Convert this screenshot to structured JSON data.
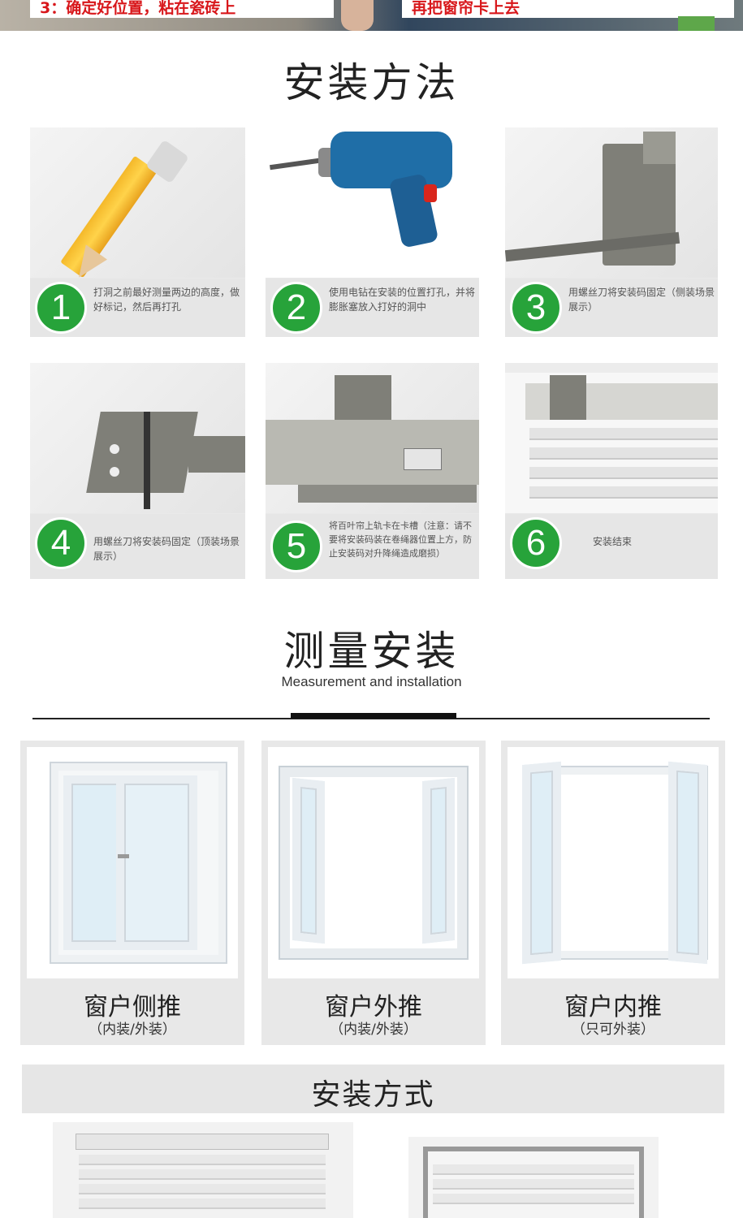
{
  "top_banner": {
    "left_caption": "3：确定好位置，粘在瓷砖上",
    "right_caption": "再把窗帘卡上去"
  },
  "install_method": {
    "title": "安装方法",
    "steps": [
      {
        "number": "1",
        "text": "打洞之前最好测量两边的高度，做好标记，然后再打孔"
      },
      {
        "number": "2",
        "text": "使用电钻在安装的位置打孔，并将膨胀塞放入打好的洞中"
      },
      {
        "number": "3",
        "text": "用螺丝刀将安装码固定（侧装场景展示）"
      },
      {
        "number": "4",
        "text": "用螺丝刀将安装码固定（顶装场景展示）"
      },
      {
        "number": "5",
        "text": "将百叶帘上轨卡在卡槽（注意：请不要将安装码装在卷绳器位置上方，防止安装码对升降绳造成磨损）"
      },
      {
        "number": "6",
        "text": "安装结束"
      }
    ]
  },
  "measurement": {
    "title": "测量安装",
    "subtitle": "Measurement and installation",
    "windows": [
      {
        "title": "窗户侧推",
        "sub": "（内装/外装）"
      },
      {
        "title": "窗户外推",
        "sub": "（内装/外装）"
      },
      {
        "title": "窗户内推",
        "sub": "（只可外装）"
      }
    ]
  },
  "install_style": {
    "title": "安装方式"
  },
  "colors": {
    "accent_green": "#27a33a",
    "banner_red": "#d8171b"
  }
}
